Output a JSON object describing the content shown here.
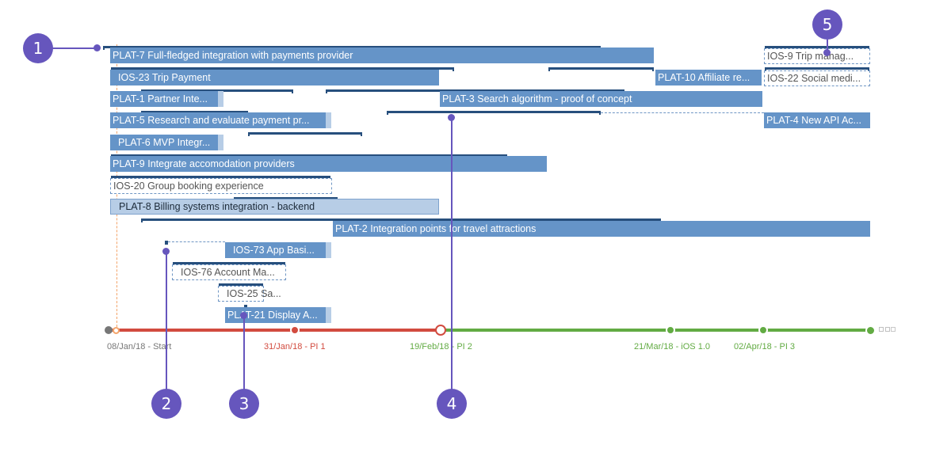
{
  "bars": [
    {
      "label": "PLAT-7 Full-fledged integration with payments provider",
      "style": "solid"
    },
    {
      "label": "IOS-9 Trip manag...",
      "style": "dashed"
    },
    {
      "label": "IOS-23 Trip Payment",
      "style": "solid"
    },
    {
      "label": "PLAT-10 Affiliate re...",
      "style": "solid"
    },
    {
      "label": "IOS-22 Social medi...",
      "style": "dashed"
    },
    {
      "label": "PLAT-1 Partner Inte...",
      "style": "solid"
    },
    {
      "label": "PLAT-3 Search algorithm - proof of concept",
      "style": "solid"
    },
    {
      "label": "PLAT-5 Research and evaluate payment pr...",
      "style": "solid"
    },
    {
      "label": "PLAT-4 New API Ac...",
      "style": "solid"
    },
    {
      "label": "PLAT-6 MVP Integr...",
      "style": "solid"
    },
    {
      "label": "PLAT-9 Integrate accomodation providers",
      "style": "solid"
    },
    {
      "label": "IOS-20 Group booking experience",
      "style": "dashed"
    },
    {
      "label": "PLAT-8 Billing systems integration - backend",
      "style": "pale"
    },
    {
      "label": "PLAT-2 Integration points for travel attractions",
      "style": "solid"
    },
    {
      "label": "IOS-73 App Basi...",
      "style": "solid"
    },
    {
      "label": "IOS-76 Account Ma...",
      "style": "dashed"
    },
    {
      "label": "IOS-25 Sa...",
      "style": "dashed"
    },
    {
      "label": "PLAT-21 Display A...",
      "style": "solid"
    }
  ],
  "milestones": [
    {
      "label": "08/Jan/18 - Start",
      "color": "#777777"
    },
    {
      "label": "31/Jan/18 - PI 1",
      "color": "#d24b3f"
    },
    {
      "label": "19/Feb/18 - PI 2",
      "color": "#62ab43"
    },
    {
      "label": "21/Mar/18 - iOS 1.0",
      "color": "#62ab43"
    },
    {
      "label": "02/Apr/18 - PI 3",
      "color": "#62ab43"
    }
  ],
  "callouts": [
    "1",
    "2",
    "3",
    "4",
    "5"
  ],
  "colors": {
    "bar": "#6594c8",
    "bar_pale": "#b7cde6",
    "dependency": "#274f7d",
    "past": "#d24b3f",
    "future": "#62ab43",
    "callout": "#6656bd",
    "today": "#f4a46a"
  }
}
